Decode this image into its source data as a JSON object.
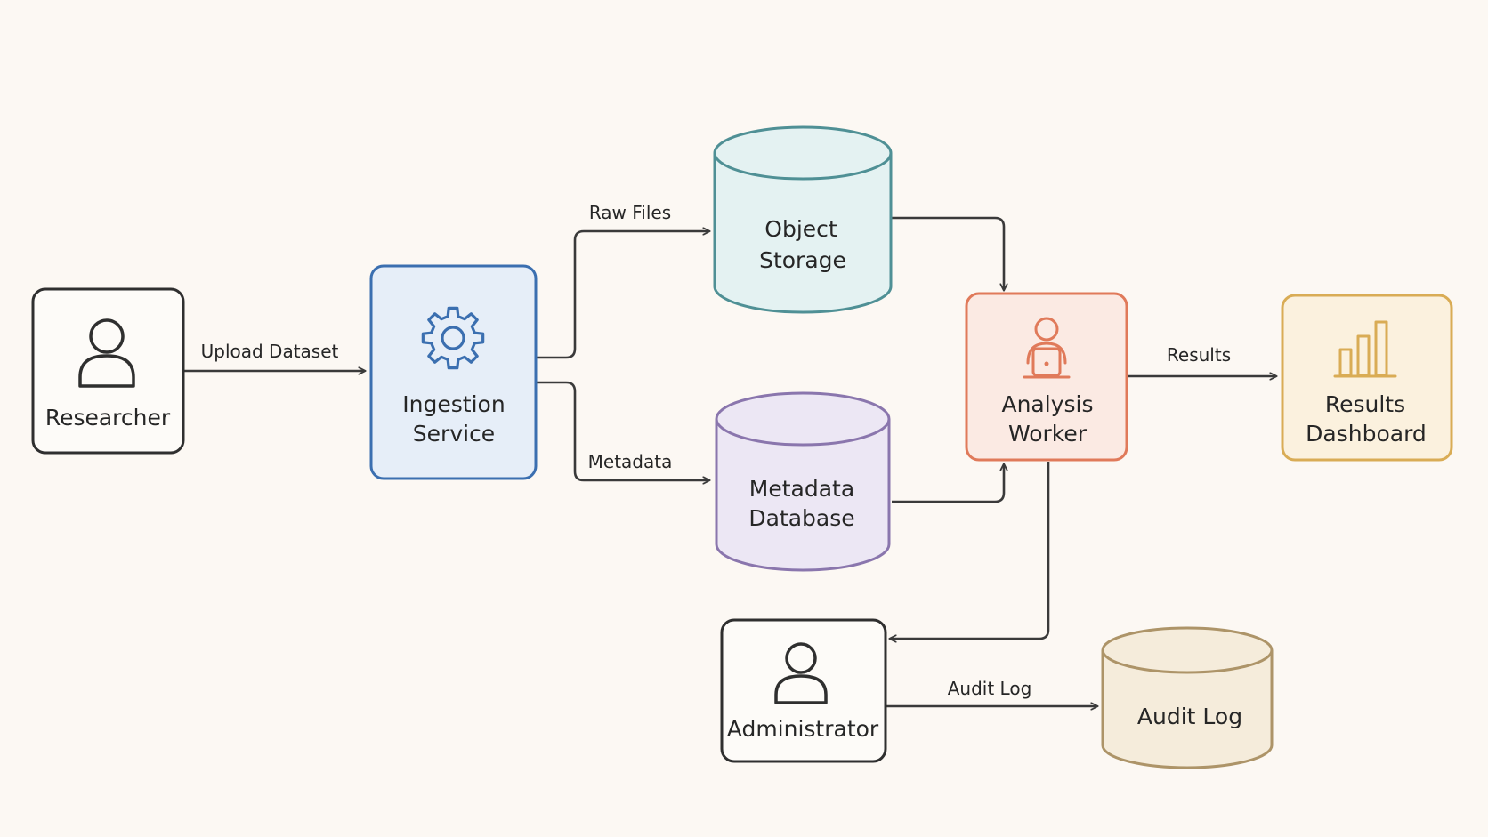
{
  "colors": {
    "background": "#fcf8f3",
    "line": "#3a3a3a",
    "actor_stroke": "#2f2f2f",
    "actor_fill": "#fdfbf8",
    "ingestion_stroke": "#3b6fb0",
    "ingestion_fill": "#e6eef8",
    "object_storage_stroke": "#4f9095",
    "object_storage_fill": "#e4f2f2",
    "metadata_db_stroke": "#8a76ad",
    "metadata_db_fill": "#ece7f4",
    "analysis_stroke": "#e07a5a",
    "analysis_fill": "#fbeae3",
    "dashboard_stroke": "#d9ac55",
    "dashboard_fill": "#fbf1de",
    "audit_stroke": "#ad9468",
    "audit_fill": "#f5ecdb"
  },
  "nodes": {
    "researcher": {
      "label": "Researcher",
      "icon": "person-icon"
    },
    "ingestion": {
      "label_line1": "Ingestion",
      "label_line2": "Service",
      "icon": "gear-icon"
    },
    "object_storage": {
      "label_line1": "Object",
      "label_line2": "Storage"
    },
    "metadata_db": {
      "label_line1": "Metadata",
      "label_line2": "Database"
    },
    "analysis": {
      "label_line1": "Analysis",
      "label_line2": "Worker",
      "icon": "person-laptop-icon"
    },
    "dashboard": {
      "label_line1": "Results",
      "label_line2": "Dashboard",
      "icon": "bar-chart-icon"
    },
    "administrator": {
      "label": "Administrator",
      "icon": "person-icon"
    },
    "audit_log": {
      "label": "Audit Log"
    }
  },
  "edges": {
    "upload_dataset": "Upload Dataset",
    "raw_files": "Raw Files",
    "metadata": "Metadata",
    "results": "Results",
    "audit_log": "Audit Log"
  }
}
